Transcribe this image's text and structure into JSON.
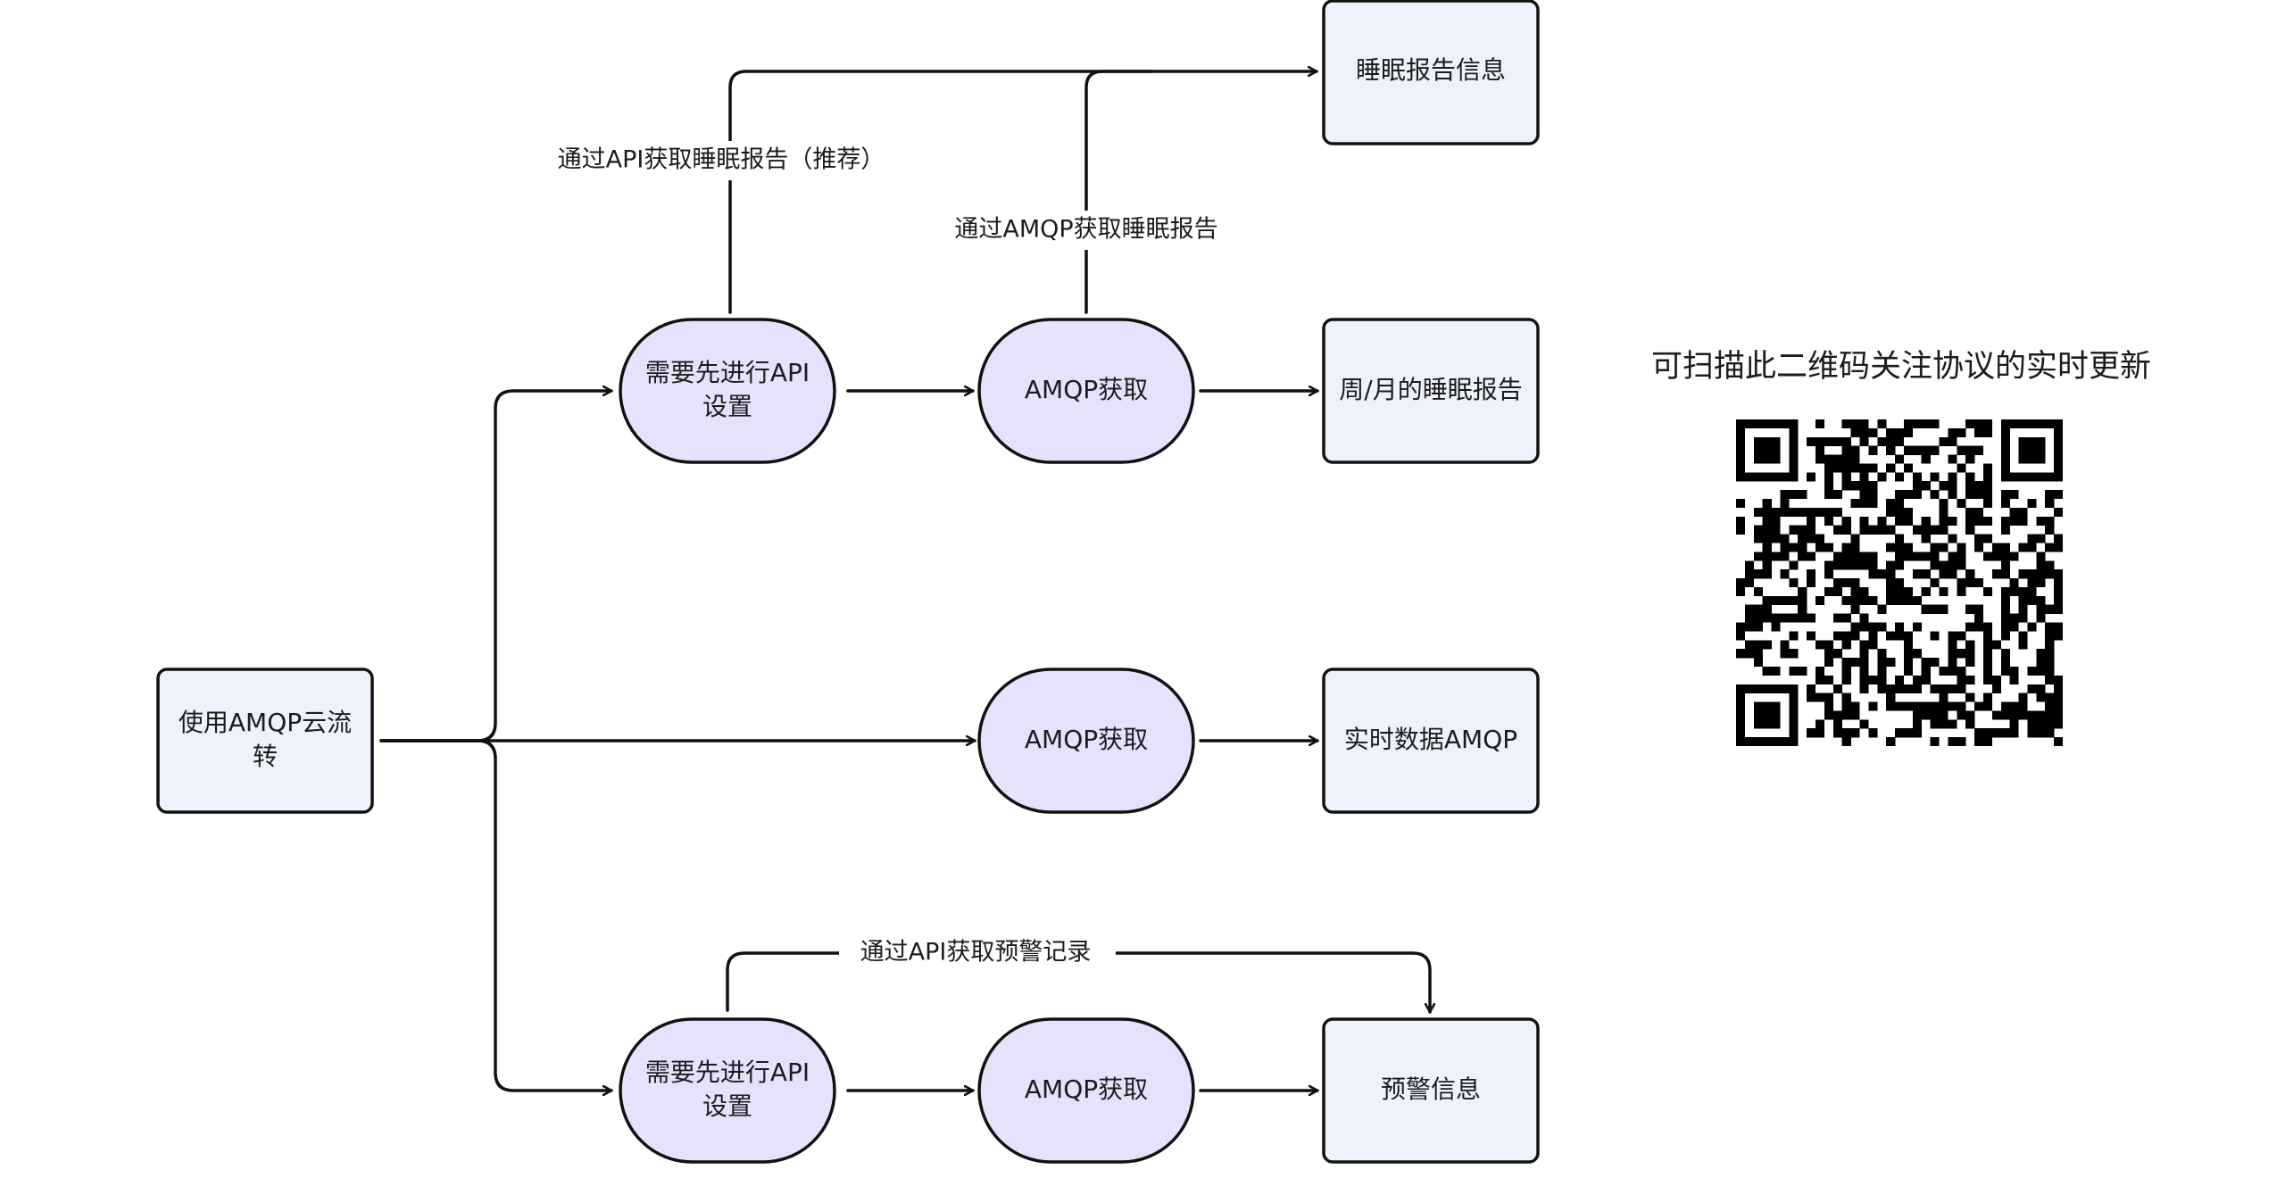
{
  "colors": {
    "rect_fill": "#eef2fd",
    "pill_fill": "#e8e1fb",
    "stroke": "#111111",
    "text": "#1c1c1c"
  },
  "nodes": {
    "source": "使用AMQP云流转",
    "api_setup_top": "需要先进行API设置",
    "amqp_top": "AMQP获取",
    "amqp_mid": "AMQP获取",
    "api_setup_bottom": "需要先进行API设置",
    "amqp_bottom": "AMQP获取",
    "sleep_report_info": "睡眠报告信息",
    "weekly_monthly_report": "周/月的睡眠报告",
    "realtime_data": "实时数据AMQP",
    "alert_info": "预警信息"
  },
  "edge_labels": {
    "api_sleep_report": "通过API获取睡眠报告（推荐）",
    "amqp_sleep_report": "通过AMQP获取睡眠报告",
    "api_alert_record": "通过API获取预警记录"
  },
  "qr": {
    "caption": "可扫描此二维码关注协议的实时更新",
    "icon": "qr-code-icon"
  }
}
